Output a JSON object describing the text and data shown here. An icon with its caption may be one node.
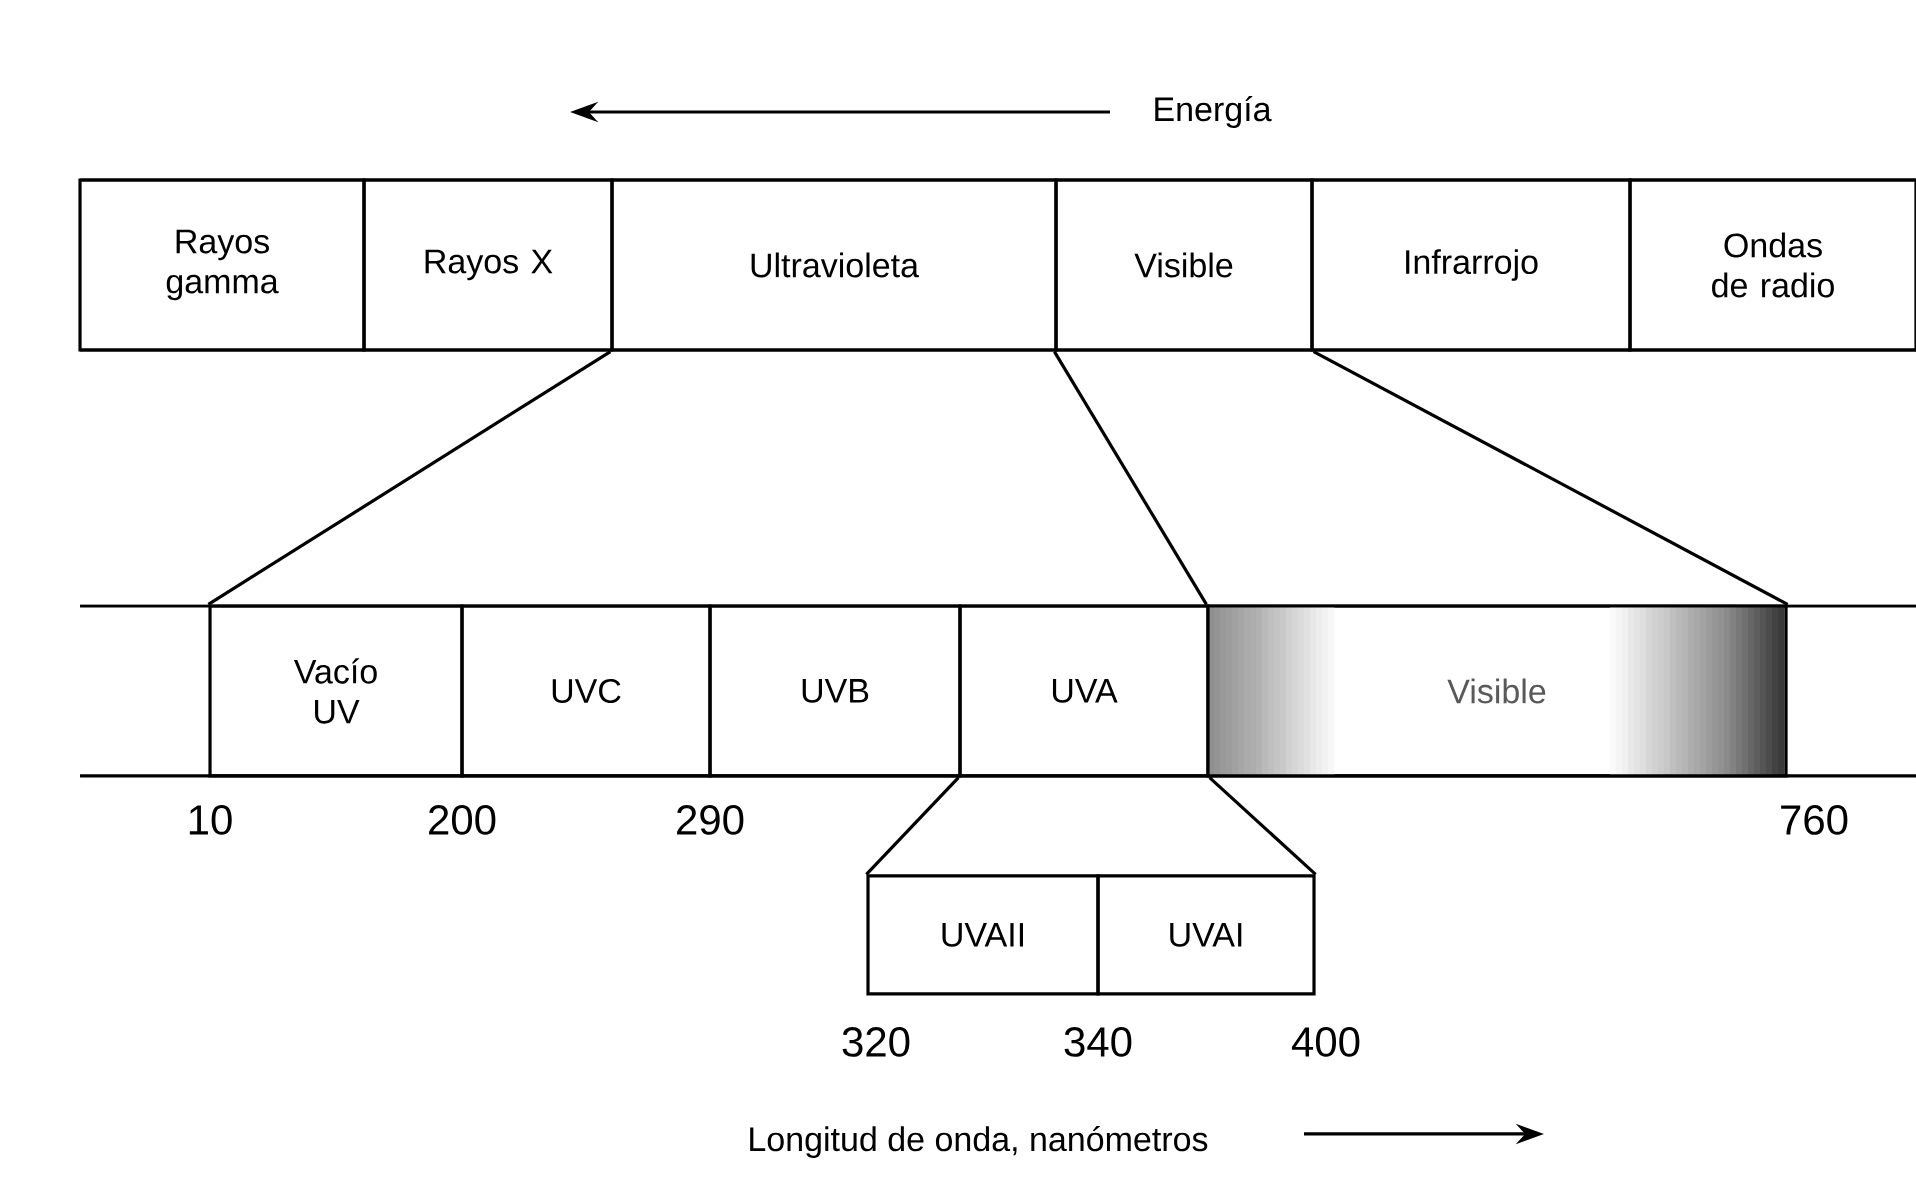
{
  "diagram": {
    "nodes": [
      {
        "text": [
          "Rayos gamma"
        ]
      },
      {
        "text": [
          "Rayos X"
        ]
      },
      {
        "text": [
          "Ultravioleta"
        ]
      },
      {
        "text": [
          "Visible"
        ]
      },
      {
        "text": [
          "Infrarrojo"
        ]
      },
      {
        "text": [
          "Ondas de radio"
        ]
      },
      {
        "text": [
          "Vacío UV"
        ]
      },
      {
        "text": [
          "UVC"
        ]
      },
      {
        "text": [
          "UVB"
        ]
      },
      {
        "text": [
          "UVA"
        ]
      },
      {
        "text": [
          "Visible"
        ]
      },
      {
        "text": [
          "UVAII"
        ]
      },
      {
        "text": [
          "UVAI"
        ]
      }
    ],
    "edges": [
      {
        "from": 2,
        "to": 6,
        "arrow": "none"
      },
      {
        "from": 3,
        "to": 10,
        "arrow": "none"
      },
      {
        "from": 3,
        "to": 10,
        "arrow": "none"
      },
      {
        "from": 9,
        "to": 11,
        "arrow": "none"
      },
      {
        "from": 9,
        "to": 12,
        "arrow": "none"
      }
    ],
    "labels": [
      "Energía",
      "10",
      "200",
      "290",
      "760",
      "320",
      "340",
      "400",
      "Longitud de onda, nanómetros"
    ]
  }
}
